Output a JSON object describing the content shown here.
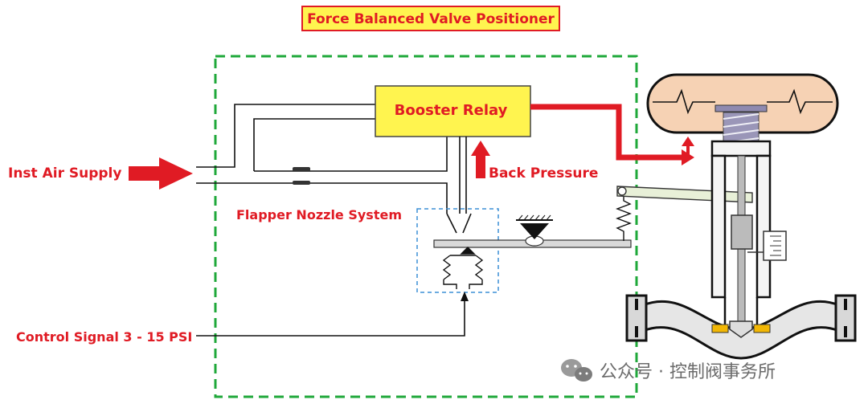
{
  "title": "Force Balanced Valve Positioner",
  "labels": {
    "booster_relay": "Booster Relay",
    "back_pressure": "Back Pressure",
    "inst_air_supply": "Inst Air Supply",
    "flapper_nozzle_system": "Flapper Nozzle System",
    "control_signal": "Control Signal 3 - 15 PSI"
  },
  "watermark": "公众号 · 控制阀事务所",
  "colors": {
    "accent_red": "#e01b24",
    "relay_yellow": "#fff44f",
    "positioner_border": "#1fa83a",
    "flapper_box": "#3b8fd6",
    "actuator_fill": "#f6d2b4",
    "valve_body": "#e6e6e6",
    "spring_purple": "#8f8ab0"
  },
  "icons": {
    "watermark_logo": "wechat-icon"
  }
}
